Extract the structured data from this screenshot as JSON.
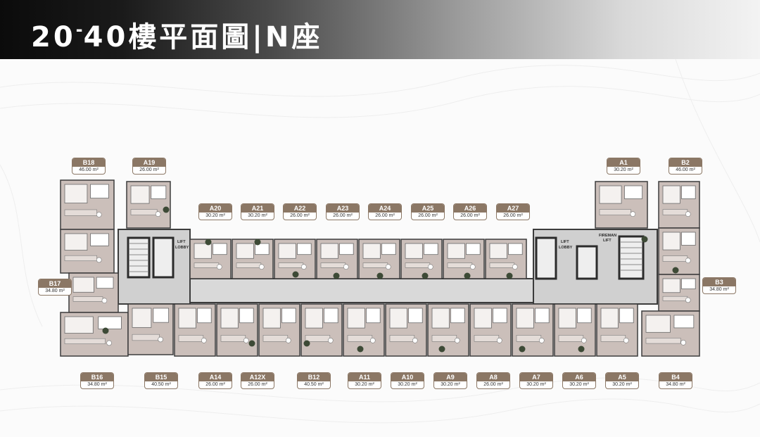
{
  "title": {
    "floor_start": "20",
    "dash": "-",
    "floor_end": "40",
    "suffix": "樓平面圖|N座"
  },
  "plan": {
    "lobby_left": [
      "LIFT",
      "LOBBY"
    ],
    "lobby_right": [
      "LIFT",
      "LOBBY"
    ],
    "fireman": [
      "FIREMAN",
      "LIFT"
    ]
  },
  "units": [
    {
      "id": "B18",
      "area": "46.00 m²"
    },
    {
      "id": "A19",
      "area": "26.00 m²"
    },
    {
      "id": "A20",
      "area": "30.20 m²"
    },
    {
      "id": "A21",
      "area": "30.20 m²"
    },
    {
      "id": "A22",
      "area": "26.00 m²"
    },
    {
      "id": "A23",
      "area": "26.00 m²"
    },
    {
      "id": "A24",
      "area": "26.00 m²"
    },
    {
      "id": "A25",
      "area": "26.00 m²"
    },
    {
      "id": "A26",
      "area": "26.00 m²"
    },
    {
      "id": "A27",
      "area": "26.00 m²"
    },
    {
      "id": "A1",
      "area": "30.20 m²"
    },
    {
      "id": "B2",
      "area": "46.00 m²"
    },
    {
      "id": "B17",
      "area": "34.80 m²"
    },
    {
      "id": "B3",
      "area": "34.80 m²"
    },
    {
      "id": "B16",
      "area": "34.80 m²"
    },
    {
      "id": "B15",
      "area": "40.50 m²"
    },
    {
      "id": "A14",
      "area": "26.00 m²"
    },
    {
      "id": "A12X",
      "area": "26.00 m²"
    },
    {
      "id": "B12",
      "area": "40.50 m²"
    },
    {
      "id": "A11",
      "area": "30.20 m²"
    },
    {
      "id": "A10",
      "area": "30.20 m²"
    },
    {
      "id": "A9",
      "area": "30.20 m²"
    },
    {
      "id": "A8",
      "area": "26.00 m²"
    },
    {
      "id": "A7",
      "area": "30.20 m²"
    },
    {
      "id": "A6",
      "area": "30.20 m²"
    },
    {
      "id": "A5",
      "area": "30.20 m²"
    },
    {
      "id": "B4",
      "area": "34.80 m²"
    }
  ],
  "colors": {
    "label_brown": "#8b7765",
    "unit_fill": "#cbbfba",
    "corridor": "#d9d9d9",
    "wall": "#3c3c3c"
  }
}
